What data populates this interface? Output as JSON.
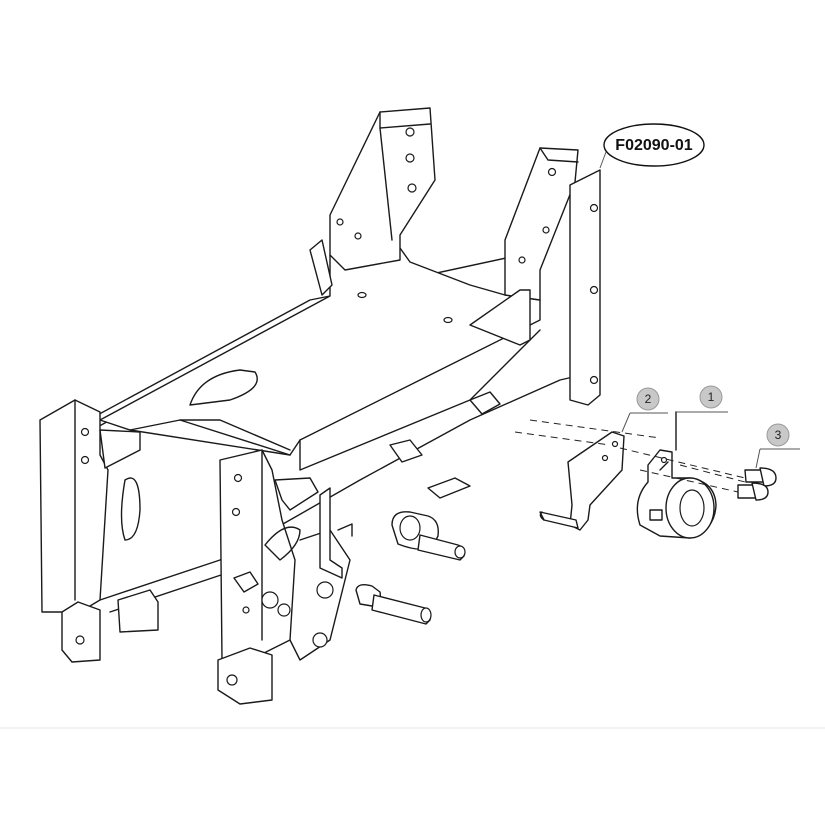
{
  "reference": {
    "code": "F02090-01"
  },
  "callouts": [
    {
      "number": "1",
      "part": "roller-bracket"
    },
    {
      "number": "2",
      "part": "mounting-plate"
    },
    {
      "number": "3",
      "part": "bolts"
    }
  ],
  "colors": {
    "line": "#1a1a1a",
    "callout_fill": "#c8c8c8",
    "background": "#ffffff"
  }
}
